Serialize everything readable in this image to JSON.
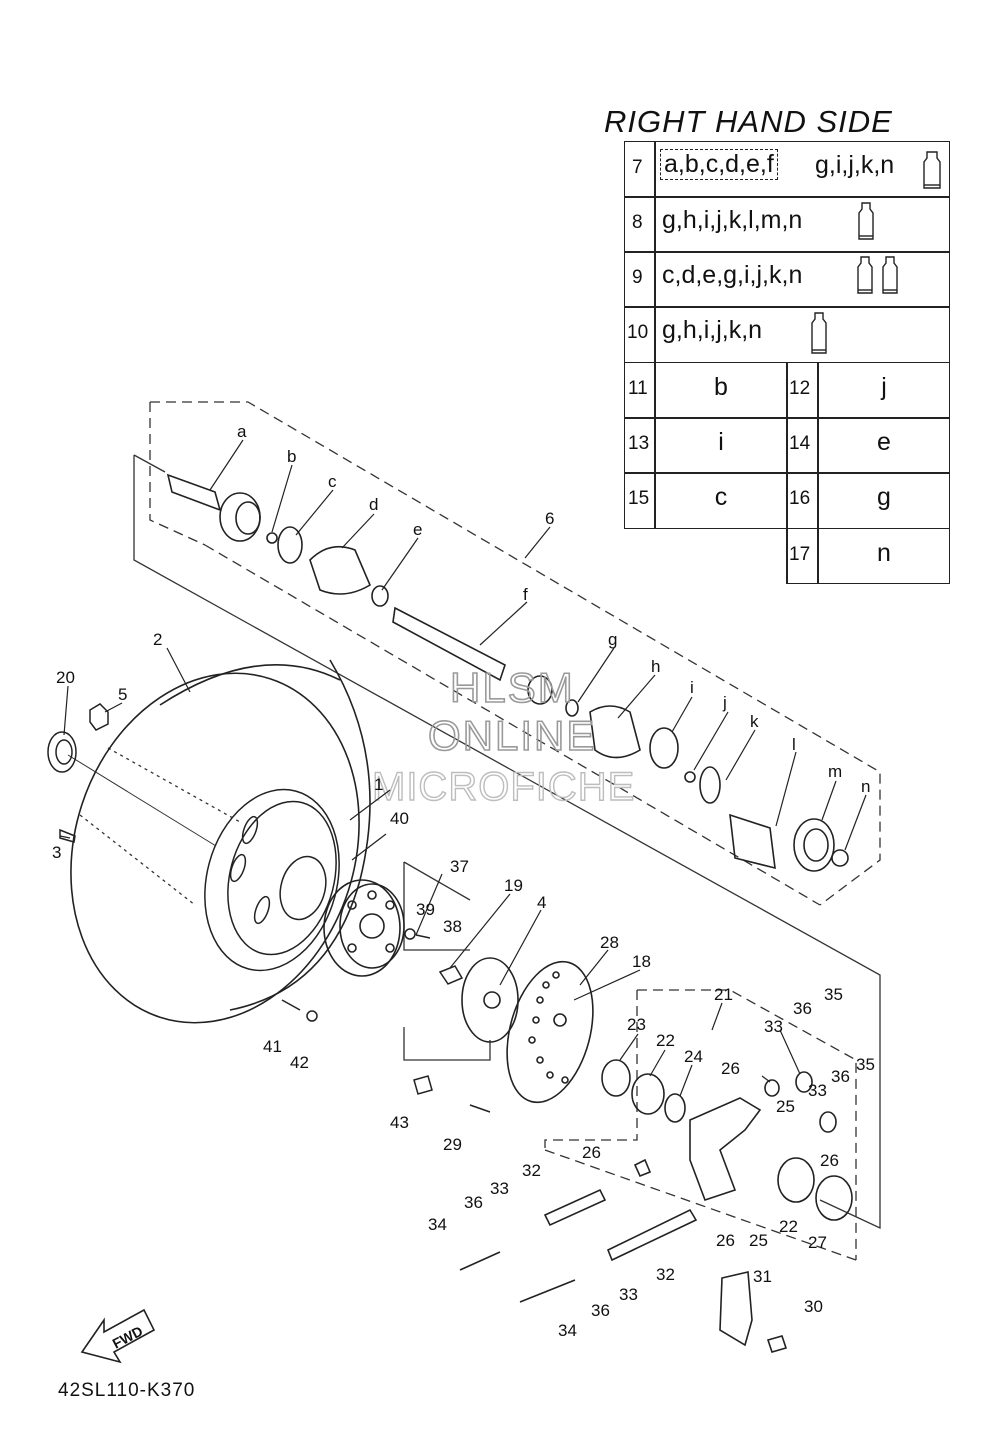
{
  "title": "RIGHT HAND SIDE",
  "kit_table": {
    "rows": [
      {
        "ref": "7",
        "boxed": "a,b,c,d,e,f",
        "codes": "g,i,j,k,n",
        "tubes": 1
      },
      {
        "ref": "8",
        "codes": "g,h,i,j,k,l,m,n",
        "tubes": 1
      },
      {
        "ref": "9",
        "codes": "c,d,e,g,i,j,k,n",
        "tubes": 2
      },
      {
        "ref": "10",
        "codes": "g,h,i,j,k,n",
        "tubes": 1
      }
    ],
    "pairs": [
      {
        "ref_left": "11",
        "val_left": "b",
        "ref_right": "12",
        "val_right": "j"
      },
      {
        "ref_left": "13",
        "val_left": "i",
        "ref_right": "14",
        "val_right": "e"
      },
      {
        "ref_left": "15",
        "val_left": "c",
        "ref_right": "16",
        "val_right": "g"
      },
      {
        "ref_right": "17",
        "val_right": "n"
      }
    ]
  },
  "callouts": {
    "a": "a",
    "b": "b",
    "c": "c",
    "d": "d",
    "e": "e",
    "f": "f",
    "g": "g",
    "h": "h",
    "i": "i",
    "j": "j",
    "k": "k",
    "l": "l",
    "m": "m",
    "n": "n",
    "n1": "1",
    "n2": "2",
    "n3": "3",
    "n4": "4",
    "n5": "5",
    "n6": "6",
    "n18": "18",
    "n19": "19",
    "n20": "20",
    "n21": "21",
    "n22": "22",
    "n23": "23",
    "n24": "24",
    "n25": "25",
    "n26": "26",
    "n27": "27",
    "n28": "28",
    "n29": "29",
    "n30": "30",
    "n31": "31",
    "n32": "32",
    "n33": "33",
    "n34": "34",
    "n35": "35",
    "n36": "36",
    "n37": "37",
    "n38": "38",
    "n39": "39",
    "n40": "40",
    "n41": "41",
    "n42": "42",
    "n43": "43"
  },
  "watermark": {
    "line1": "HLSM",
    "line2": "ONLINE",
    "line3": "MICROFICHE"
  },
  "fwd_label": "FWD",
  "doc_code": "42SL110-K370"
}
